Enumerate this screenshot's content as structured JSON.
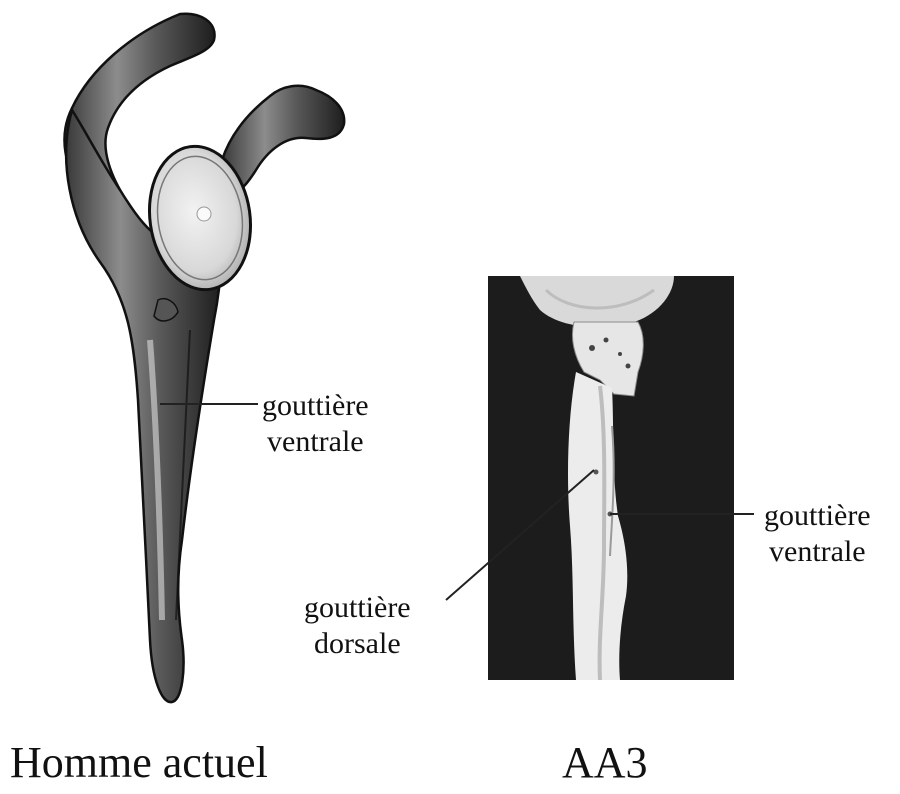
{
  "left_figure": {
    "caption": "Homme actuel",
    "label_ventral_line1": "gouttière",
    "label_ventral_line2": "ventrale"
  },
  "right_figure": {
    "caption": "AA3",
    "label_ventral_line1": "gouttière",
    "label_ventral_line2": "ventrale",
    "label_dorsal_line1": "gouttière",
    "label_dorsal_line2": "dorsale"
  },
  "colors": {
    "bone_light": "#e8e8e8",
    "bone_mid": "#9a9a9a",
    "bone_dark": "#2a2a2a",
    "photo_background": "#1c1c1c",
    "leader_line": "#222222"
  }
}
